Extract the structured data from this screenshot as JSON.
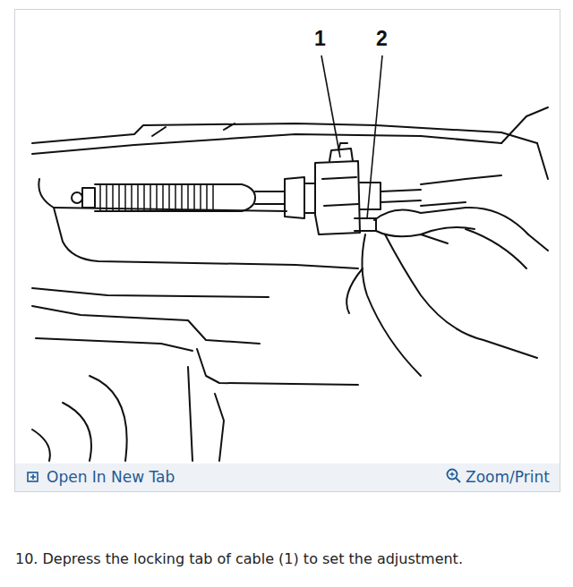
{
  "diagram": {
    "labels": [
      "1",
      "2",
      "Open In New Tab",
      "Zoom/Print",
      "10. Depress the locking tab of cable (1) to set the adjustment."
    ]
  }
}
